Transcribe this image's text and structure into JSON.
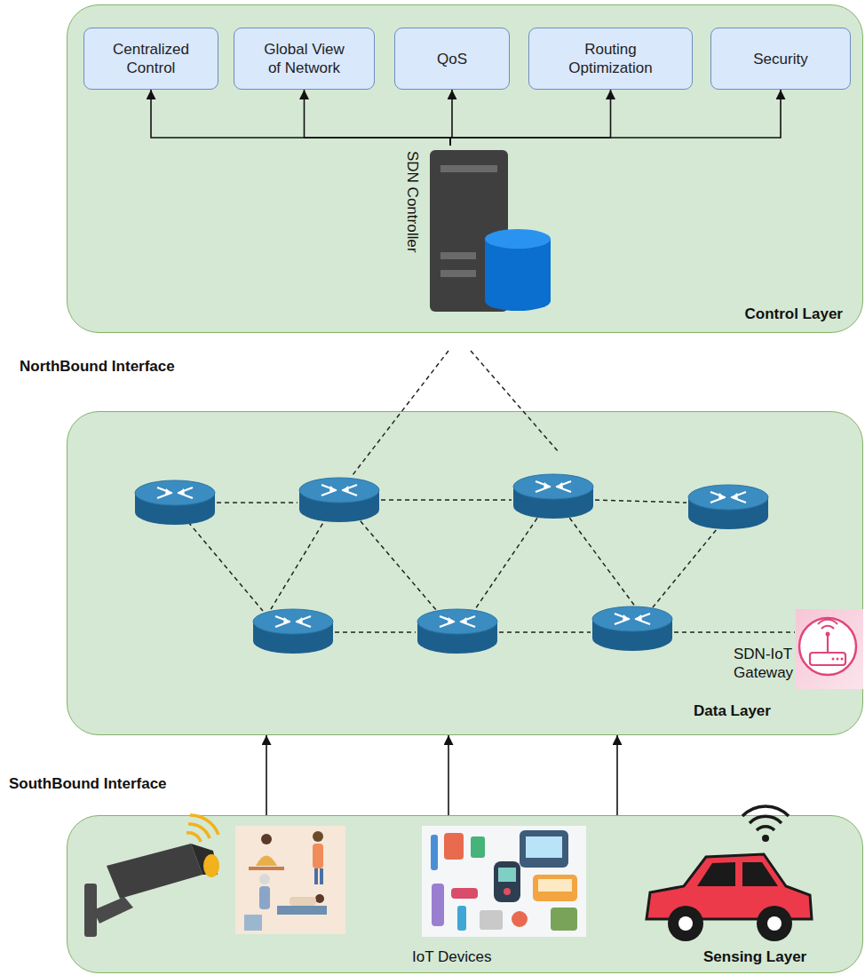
{
  "diagram": {
    "nodes": [
      {
        "text": [
          "Control Layer"
        ]
      },
      {
        "text": [
          "Centralized Control"
        ],
        "in": 0
      },
      {
        "text": [
          "Global View of Network"
        ],
        "in": 0
      },
      {
        "text": [
          "QoS"
        ],
        "in": 0
      },
      {
        "text": [
          "Routing Optimization"
        ],
        "in": 0
      },
      {
        "text": [
          "Security"
        ],
        "in": 0
      },
      {
        "text": [
          "SDN Controller"
        ],
        "in": 0
      },
      {
        "text": [
          "Data Layer"
        ]
      },
      {
        "text": [
          "IoT Devices",
          "Sensing Layer"
        ]
      }
    ],
    "edges": [
      {
        "from": 6,
        "to": 1,
        "arrow": "to"
      },
      {
        "from": 6,
        "to": 2,
        "arrow": "to"
      },
      {
        "from": 6,
        "to": 3,
        "arrow": "to"
      },
      {
        "from": 6,
        "to": 4,
        "arrow": "to"
      },
      {
        "from": 6,
        "to": 5,
        "arrow": "to"
      },
      {
        "from": 8,
        "to": 7,
        "arrow": "to"
      },
      {
        "from": 8,
        "to": 7,
        "arrow": "to"
      },
      {
        "from": 8,
        "to": 7,
        "arrow": "to"
      }
    ],
    "labels": [
      "NorthBound Interface",
      "SouthBound Interface",
      "SDN-IoT Gateway"
    ]
  }
}
